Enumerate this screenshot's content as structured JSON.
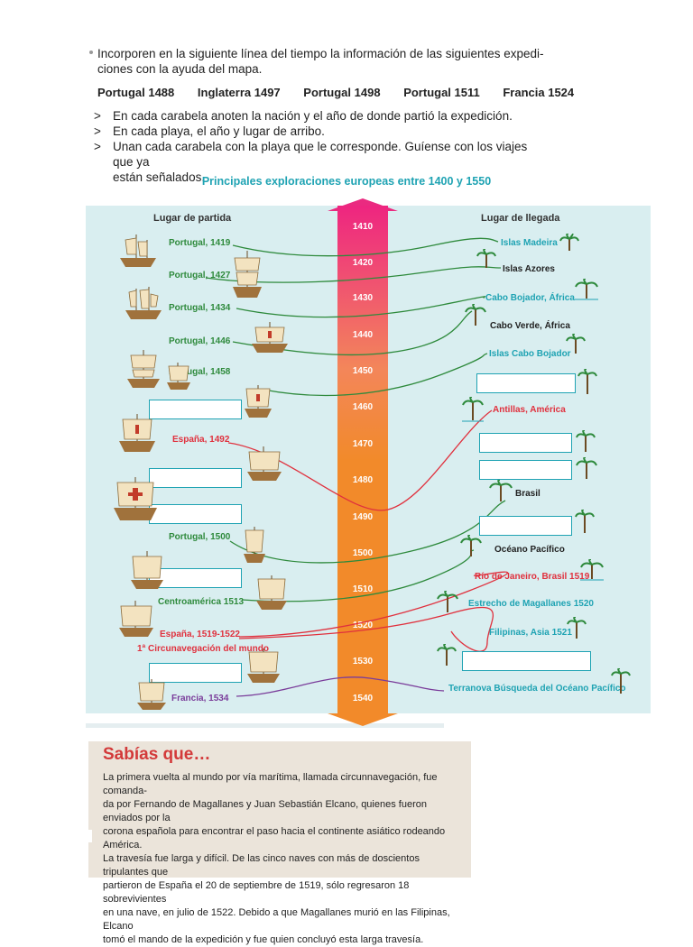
{
  "instructions": {
    "intro_line1": "Incorporen en  la siguiente línea del tiempo la información de las siguientes expedi-",
    "intro_line2": "ciones con la ayuda del mapa.",
    "expeditions": [
      "Portugal 1488",
      "Inglaterra 1497",
      "Portugal 1498",
      "Portugal 1511",
      "Francia 1524"
    ],
    "steps": [
      {
        "arrow": ">",
        "text": "En cada carabela anoten la nación y el año de donde partió la expedición."
      },
      {
        "arrow": ">",
        "text": "En cada playa, el año y lugar de arribo."
      },
      {
        "arrow": ">",
        "text": "Unan cada carabela con la playa que le corresponde. Guíense con los viajes que ya"
      },
      {
        "arrow": "",
        "text": "están señalados."
      }
    ]
  },
  "map": {
    "title": "Principales exploraciones europeas entre 1400 y 1550",
    "left_header": "Lugar de partida",
    "right_header": "Lugar de llegada",
    "years": [
      "1410",
      "1420",
      "1430",
      "1440",
      "1450",
      "1460",
      "1470",
      "1480",
      "1490",
      "1500",
      "1510",
      "1520",
      "1530",
      "1540"
    ],
    "departures": [
      "Portugal, 1419",
      "Portugal, 1427",
      "Portugal, 1434",
      "Portugal, 1446",
      "Portugal, 1458",
      "España, 1492",
      "Portugal, 1500",
      "Centroamérica 1513",
      "España, 1519-1522",
      "1ª Circunavegación del mundo",
      "Francia, 1534"
    ],
    "arrivals": [
      "Islas Madeira",
      "Islas Azores",
      "Cabo Bojador, África",
      "Cabo Verde, África",
      "Islas Cabo Bojador",
      "Antillas, América",
      "Brasil",
      "Océano Pacífico",
      "Río de Janeiro, Brasil 1519",
      "Estrecho de Magallanes 1520",
      "Filipinas, Asia 1521",
      "Terranova Búsqueda del Océano Pacífico"
    ],
    "colors": {
      "panel": "#d9eef0",
      "accent": "#1fa3b3",
      "green": "#2e8a3c",
      "red": "#e0303d",
      "purple": "#7a3c9a",
      "bar_top": "#ee2580",
      "bar_bottom": "#f28a2a"
    }
  },
  "sabias": {
    "title": "Sabías que…",
    "body": [
      "La primera vuelta al mundo por vía marítima, llamada circunnavegación, fue comanda-",
      "da por Fernando de Magallanes y Juan Sebastián Elcano, quienes fueron enviados por la",
      "corona española para encontrar el paso hacia el continente asiático rodeando América.",
      "La travesía fue larga y difícil. De las cinco naves con más de doscientos tripulantes que",
      "partieron de España el 20 de septiembre de 1519, sólo regresaron 18 sobrevivientes",
      "en una nave, en julio de 1522. Debido a que Magallanes murió en las Filipinas, Elcano",
      "tomó el mando de la expedición y fue quien concluyó esta larga travesía."
    ]
  }
}
